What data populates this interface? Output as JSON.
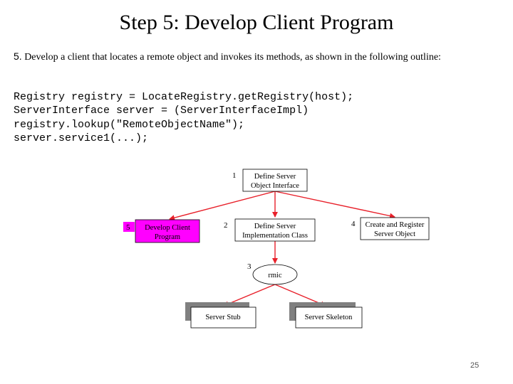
{
  "slide": {
    "title": "Step 5: Develop Client Program",
    "description_number": "5.",
    "description_text": " Develop a client that locates a remote object and invokes its methods, as shown in the following outline:",
    "code_lines": [
      "Registry registry = LocateRegistry.getRegistry(host);",
      "ServerInterface server = (ServerInterfaceImpl)",
      "registry.lookup(\"RemoteObjectName\");",
      "server.service1(...);"
    ],
    "page_number": "25"
  },
  "diagram": {
    "colors": {
      "arrow": "#e8202a",
      "highlight_fill": "#ff00ff",
      "shadow": "#808080",
      "border": "#000000"
    },
    "steps": {
      "s1": {
        "number": "1",
        "line1": "Define Server",
        "line2": "Object Interface"
      },
      "s2": {
        "number": "2",
        "line1": "Define Server",
        "line2": "Implementation Class"
      },
      "s3": {
        "number": "3",
        "label": "rmic"
      },
      "s4": {
        "number": "4",
        "line1": "Create and Register",
        "line2": "Server Object"
      },
      "s5": {
        "number": "5",
        "line1": "Develop Client",
        "line2": "Program"
      },
      "stub": {
        "label": "Server Stub"
      },
      "skeleton": {
        "label": "Server Skeleton"
      }
    }
  }
}
